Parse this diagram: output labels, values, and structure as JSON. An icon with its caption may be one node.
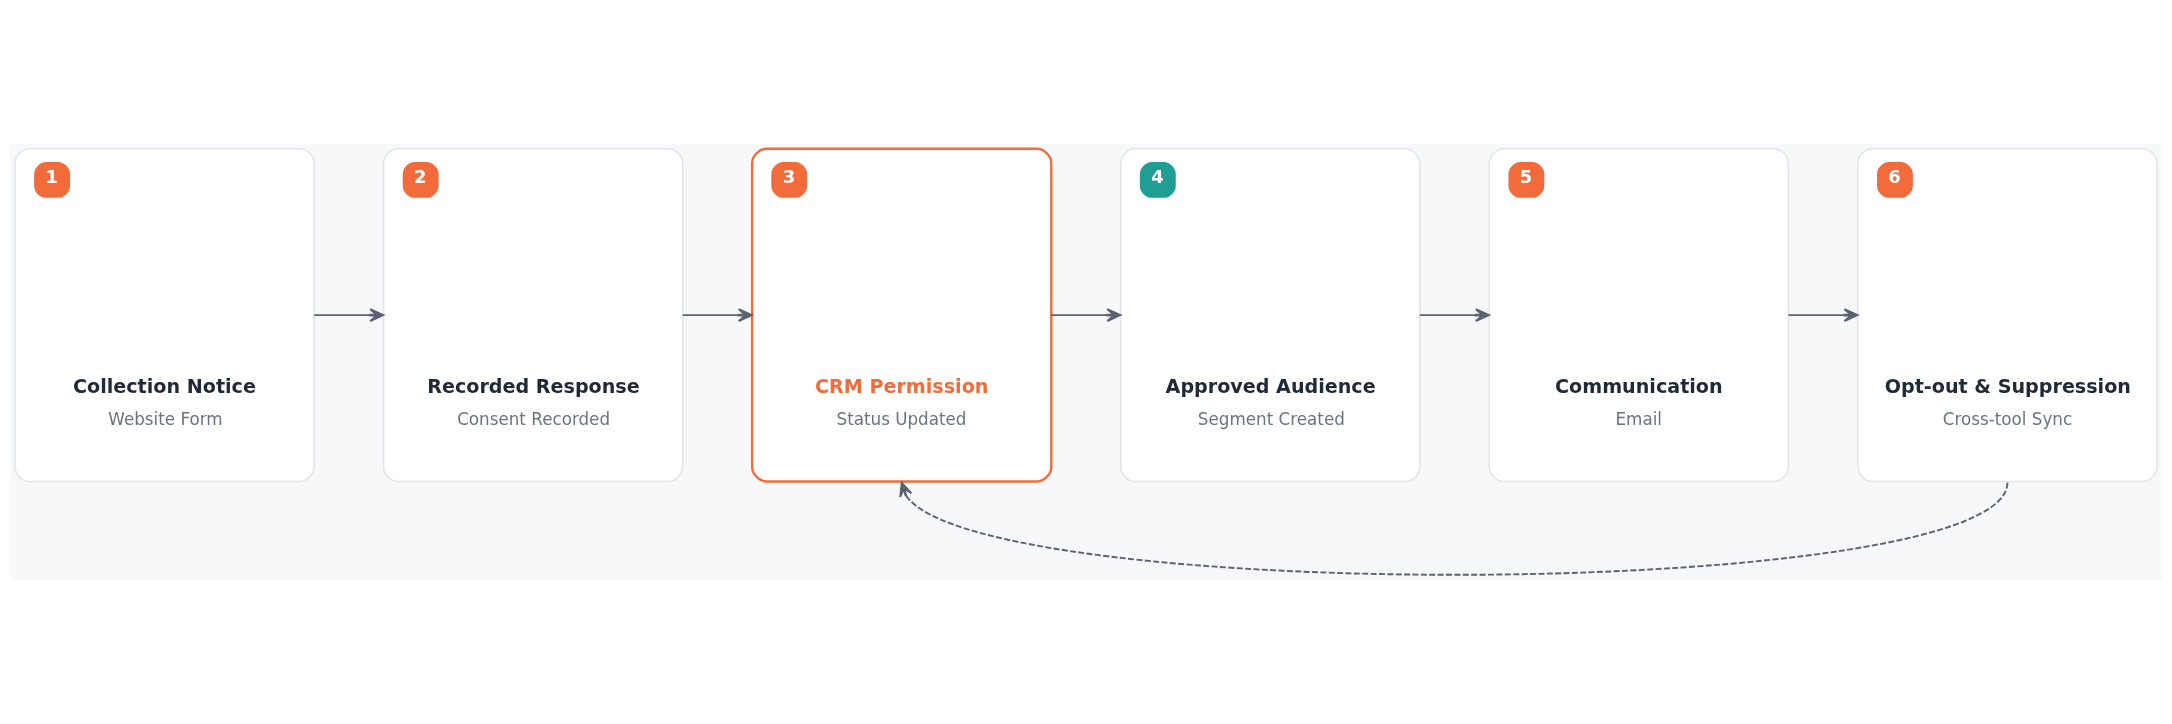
{
  "diagram": {
    "nodes": [
      {
        "text": [
          "1",
          "Collection Notice",
          "Website Form"
        ]
      },
      {
        "text": [
          "2",
          "Recorded Response",
          "Consent Recorded"
        ]
      },
      {
        "text": [
          "3",
          "CRM Permission",
          "Status Updated"
        ]
      },
      {
        "text": [
          "4",
          "Approved Audience",
          "Segment Created"
        ]
      },
      {
        "text": [
          "5",
          "Communication",
          "Email"
        ]
      },
      {
        "text": [
          "6",
          "Opt-out & Suppression",
          "Cross-tool Sync"
        ]
      }
    ],
    "edges": [
      {
        "from": 0,
        "to": 1,
        "arrow": "to"
      },
      {
        "from": 1,
        "to": 2,
        "arrow": "to"
      },
      {
        "from": 2,
        "to": 3,
        "arrow": "to"
      },
      {
        "from": 3,
        "to": 4,
        "arrow": "to"
      },
      {
        "from": 4,
        "to": 5,
        "arrow": "to"
      },
      {
        "from": 5,
        "to": 2,
        "arrow": "to",
        "style": "dashed"
      }
    ]
  }
}
